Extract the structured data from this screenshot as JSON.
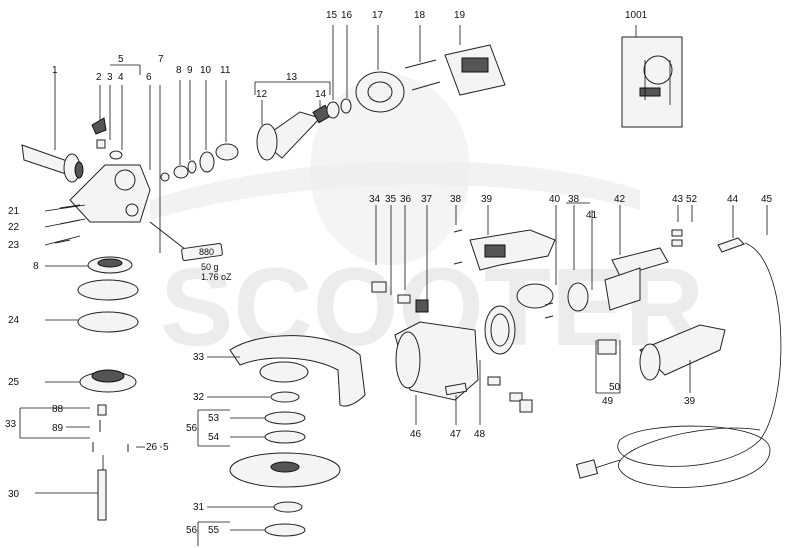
{
  "watermark": {
    "text": "SCOOTER"
  },
  "labels": {
    "l1": "1",
    "l2": "2",
    "l3": "3",
    "l4": "4",
    "l5": "5",
    "l6": "6",
    "l7": "7",
    "l8": "8",
    "l9": "9",
    "l10": "10",
    "l11": "11",
    "l12": "12",
    "l13": "13",
    "l14": "14",
    "l15": "15",
    "l16": "16",
    "l17": "17",
    "l18": "18",
    "l19": "19",
    "l1001": "1001",
    "l21": "21",
    "l22": "22",
    "l23": "23",
    "l8b": "8",
    "l24": "24",
    "l25": "25",
    "l33": "33",
    "l88": "88",
    "l89": "89",
    "l26": "26",
    "l5b": "5",
    "l30": "30",
    "l33b": "33",
    "l32": "32",
    "l53": "53",
    "l56": "56",
    "l54": "54",
    "l31": "31",
    "l56b": "56",
    "l55": "55",
    "l34": "34",
    "l35": "35",
    "l36": "36",
    "l37": "37",
    "l38": "38",
    "l39": "39",
    "l40": "40",
    "l38b": "38",
    "l41": "41",
    "l42": "42",
    "l43": "43",
    "l52": "52",
    "l44": "44",
    "l45": "45",
    "l46": "46",
    "l47": "47",
    "l48": "48",
    "l50": "50",
    "l49": "49",
    "l39b": "39"
  },
  "grease": {
    "tube_label": "880",
    "weight_g": "50 g",
    "weight_oz": "1.76 oZ"
  },
  "colors": {
    "line": "#111111",
    "watermark": "#ececec",
    "part_fill": "#f4f4f4"
  }
}
